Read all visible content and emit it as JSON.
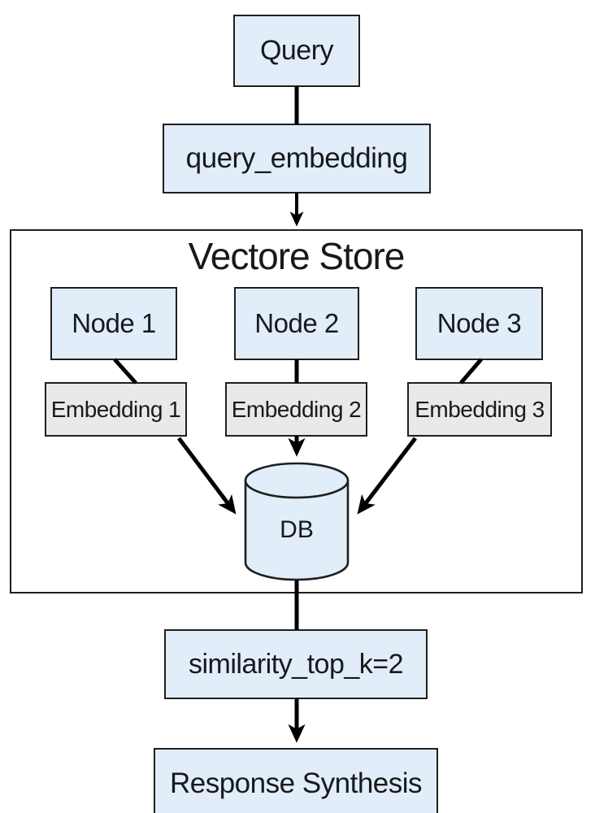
{
  "diagram": {
    "query": {
      "label": "Query"
    },
    "query_embedding": {
      "label": "query_embedding"
    },
    "vector_store": {
      "title": "Vectore Store",
      "nodes": [
        {
          "label": "Node 1"
        },
        {
          "label": "Node 2"
        },
        {
          "label": "Node 3"
        }
      ],
      "embeddings": [
        {
          "label": "Embedding 1"
        },
        {
          "label": "Embedding 2"
        },
        {
          "label": "Embedding 3"
        }
      ],
      "db": {
        "label": "DB"
      }
    },
    "similarity": {
      "label": "similarity_top_k=2"
    },
    "response": {
      "label": "Response Synthesis"
    }
  },
  "colors": {
    "node_fill": "#e2edfa",
    "embedding_fill": "#e9e9e9",
    "border": "#1f1f1f",
    "line": "#000000",
    "background": "#ffffff"
  }
}
